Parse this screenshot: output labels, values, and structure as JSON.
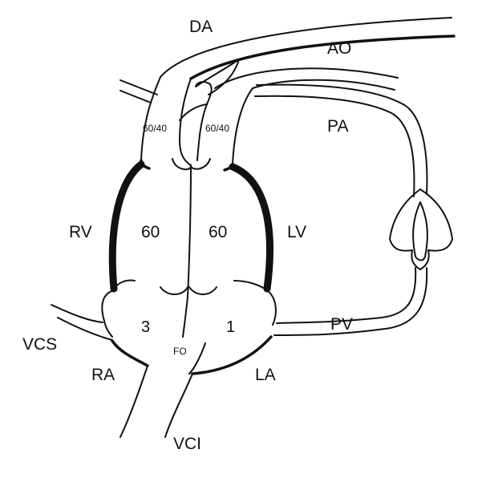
{
  "labels": {
    "da": "DA",
    "ao": "AO",
    "pa": "PA",
    "pressure_pulm": "60/40",
    "pressure_aortic": "60/40",
    "rv": "RV",
    "lv": "LV",
    "rv_pressure": "60",
    "lv_pressure": "60",
    "ra_pressure": "3",
    "la_pressure": "1",
    "vcs": "VCS",
    "ra": "RA",
    "fo": "FO",
    "la": "LA",
    "pv": "PV",
    "vci": "VCI"
  }
}
